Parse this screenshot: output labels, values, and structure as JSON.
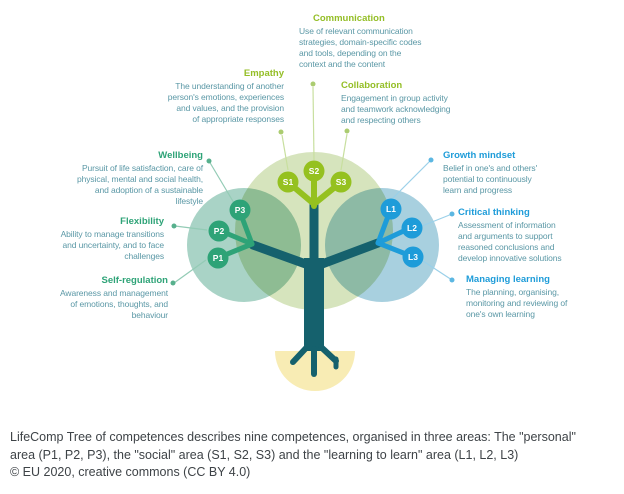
{
  "colors": {
    "social_green": "#95C11F",
    "personal_green": "#2EA377",
    "learning_blue": "#1E9CD9",
    "trunk_teal": "#15616D",
    "canopy_green": "#D6E4BD",
    "canopy_teal": "#A9D3C6",
    "canopy_blue": "#A8D0DF",
    "ground_yellow": "#F8ECB4",
    "body_text_teal": "#5B98A6",
    "caption_gray": "#3E4347"
  },
  "tree": {
    "nodes": {
      "s1": "S1",
      "s2": "S2",
      "s3": "S3",
      "p1": "P1",
      "p2": "P2",
      "p3": "P3",
      "l1": "L1",
      "l2": "L2",
      "l3": "L3"
    }
  },
  "labels": {
    "communication": {
      "title": "Communication",
      "lines": [
        "Use of relevant communication",
        "strategies, domain-specific codes",
        "and tools, depending on the",
        "context and the content"
      ]
    },
    "empathy": {
      "title": "Empathy",
      "lines": [
        "The understanding of another",
        "person's emotions, experiences",
        "and values, and the provision",
        "of appropriate responses"
      ]
    },
    "collaboration": {
      "title": "Collaboration",
      "lines": [
        "Engagement in group activity",
        "and teamwork acknowledging",
        "and respecting others"
      ]
    },
    "wellbeing": {
      "title": "Wellbeing",
      "lines": [
        "Pursuit of life satisfaction, care of",
        "physical, mental and social health,",
        "and adoption of a sustainable",
        "lifestyle"
      ]
    },
    "growth_mindset": {
      "title": "Growth mindset",
      "lines": [
        "Belief in one's and others'",
        "potential to continuously",
        "learn and progress"
      ]
    },
    "flexibility": {
      "title": "Flexibility",
      "lines": [
        "Ability to manage transitions",
        "and uncertainty, and to face",
        "challenges"
      ]
    },
    "critical_thinking": {
      "title": "Critical thinking",
      "lines": [
        "Assessment of information",
        "and arguments to support",
        "reasoned conclusions and",
        "develop innovative solutions"
      ]
    },
    "self_regulation": {
      "title": "Self-regulation",
      "lines": [
        "Awareness and management",
        "of emotions, thoughts, and",
        "behaviour"
      ]
    },
    "managing_learning": {
      "title": "Managing learning",
      "lines": [
        "The planning, organising,",
        "monitoring and reviewing of",
        "one's own learning"
      ]
    }
  },
  "caption": {
    "lines": [
      "LifeComp Tree of competences describes nine competences, organised in three areas: The \"personal\"",
      "area (P1, P2, P3), the \"social\" area (S1, S2, S3) and the \"learning to learn\" area (L1, L2, L3)",
      "© EU 2020, creative commons (CC BY 4.0)"
    ]
  }
}
